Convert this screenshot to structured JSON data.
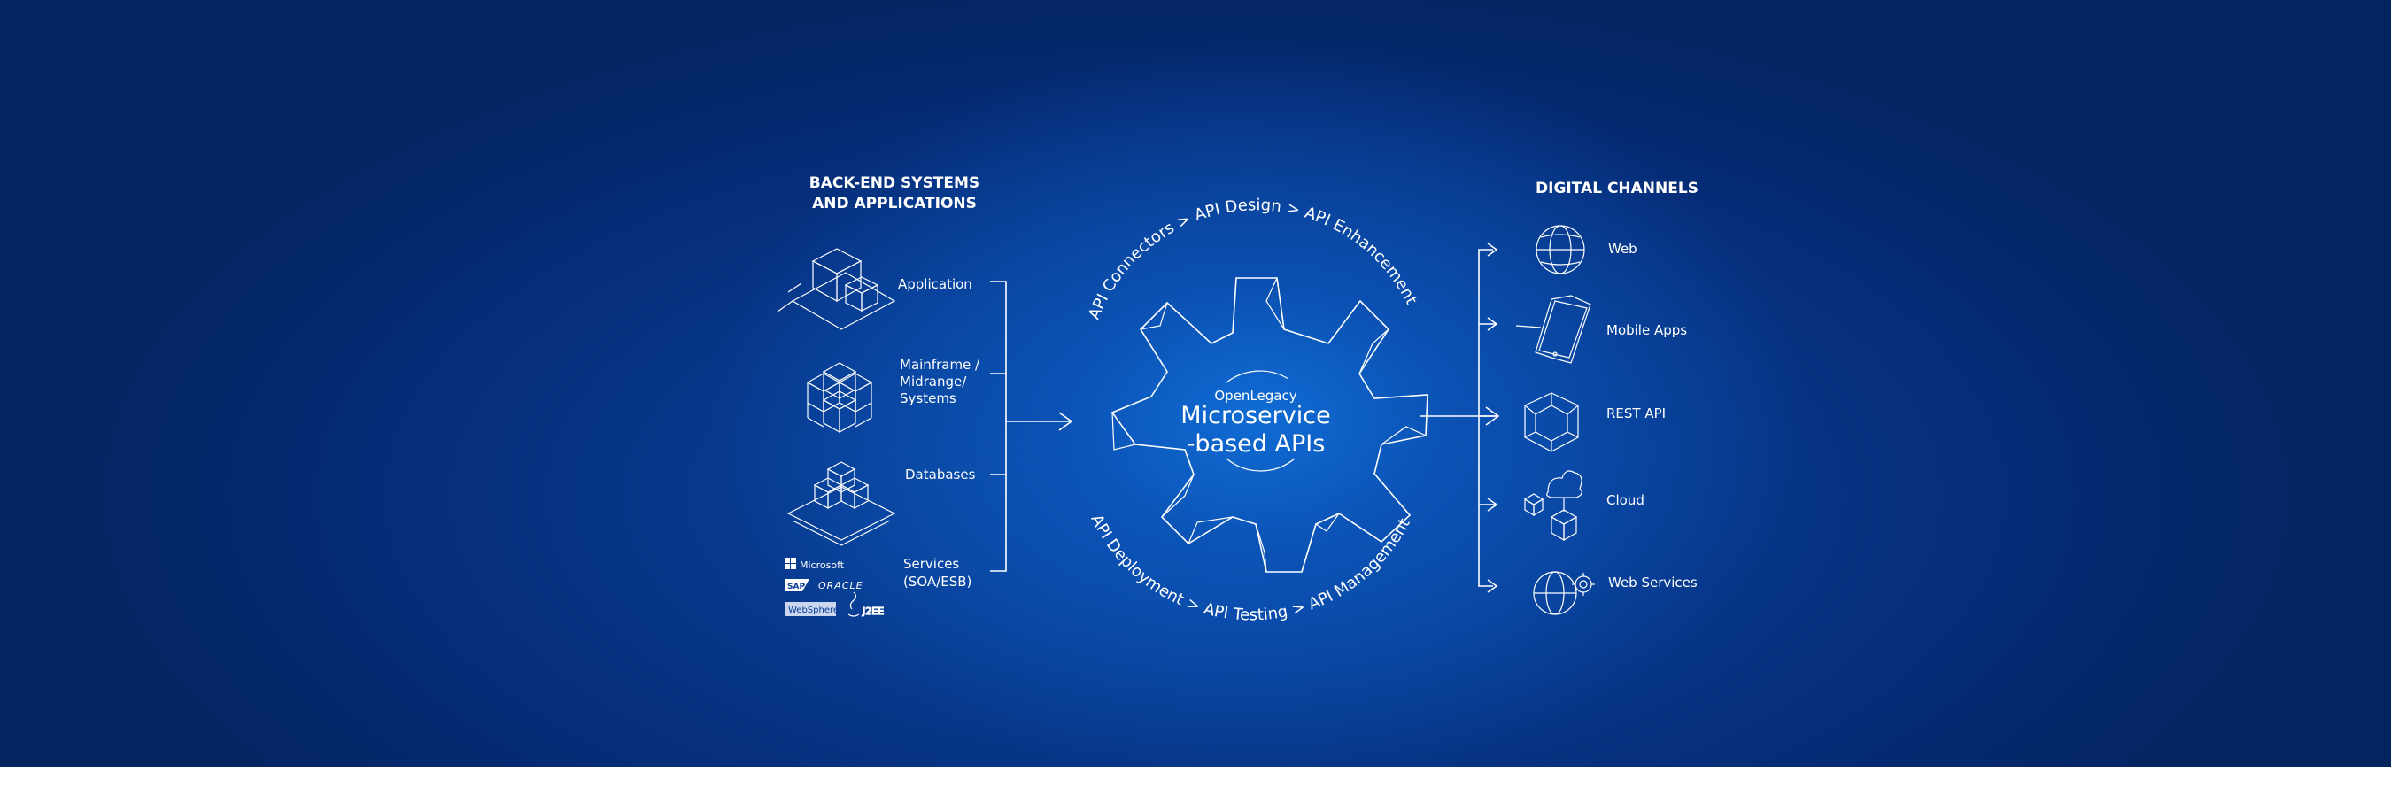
{
  "backend": {
    "title_line1": "BACK-END SYSTEMS",
    "title_line2": "AND APPLICATIONS",
    "items": [
      {
        "label": "Application"
      },
      {
        "label_lines": [
          "Mainframe /",
          "Midrange/",
          "Systems"
        ]
      },
      {
        "label": "Databases"
      },
      {
        "label_lines": [
          "Services",
          "(SOA/ESB)"
        ]
      }
    ],
    "logos": [
      "Microsoft",
      "SAP",
      "ORACLE",
      "WebSphere",
      "J2EE"
    ]
  },
  "hub": {
    "brand": "OpenLegacy",
    "title_line1": "Microservice",
    "title_line2": "-based APIs",
    "top_arc": "API Connectors  >  API Design  >  API Enhancement",
    "bottom_arc": "API Deployment  >  API Testing  >  API Management"
  },
  "channels": {
    "title": "DIGITAL CHANNELS",
    "items": [
      {
        "label": "Web",
        "icon": "globe-icon"
      },
      {
        "label": "Mobile Apps",
        "icon": "mobile-phone-icon"
      },
      {
        "label": "REST API",
        "icon": "hexagon-cube-icon"
      },
      {
        "label": "Cloud",
        "icon": "cloud-icon"
      },
      {
        "label": "Web Services",
        "icon": "globe-gear-icon"
      }
    ]
  },
  "colors": {
    "background_dark": "#04245f",
    "background_glow": "#106ed7",
    "stroke": "#ffffff"
  }
}
